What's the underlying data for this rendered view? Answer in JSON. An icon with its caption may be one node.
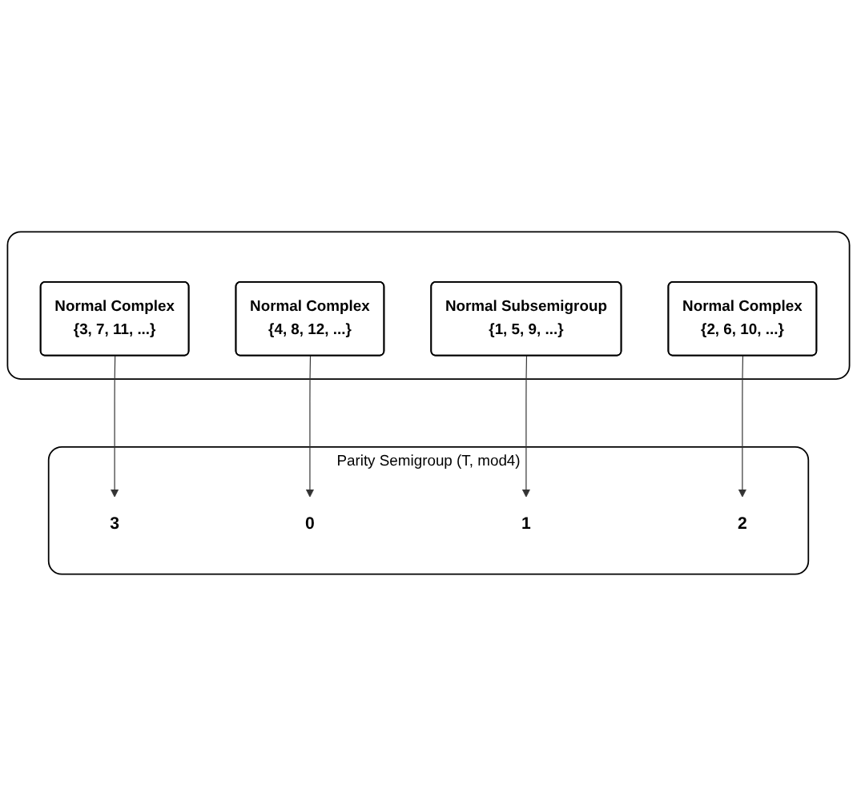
{
  "diagram": {
    "nodes": [
      {
        "text": [],
        "shape": "box"
      },
      {
        "text": [
          "Normal Subsemigroup",
          "{1, 5, 9, ...}"
        ],
        "in": 0
      },
      {
        "text": [
          "Normal Complex",
          "{2, 6, 10, ...}"
        ],
        "in": 0
      },
      {
        "text": [
          "Normal Complex",
          "{3, 7, 11, ...}"
        ],
        "in": 0
      },
      {
        "text": [
          "Normal Complex",
          "{4, 8, 12, ...}"
        ],
        "in": 0
      },
      {
        "text": [
          "Parity Semigroup (T, mod4)"
        ]
      },
      {
        "text": [
          "3"
        ],
        "in": 5
      },
      {
        "text": [
          "0"
        ],
        "in": 5
      },
      {
        "text": [
          "1"
        ],
        "in": 5
      },
      {
        "text": [
          "2"
        ],
        "in": 5
      }
    ],
    "edges": [
      {
        "from": 1,
        "to": 8,
        "arrow": "to"
      },
      {
        "from": 2,
        "to": 9,
        "arrow": "to"
      },
      {
        "from": 3,
        "to": 6,
        "arrow": "to"
      },
      {
        "from": 4,
        "to": 7,
        "arrow": "to"
      }
    ]
  }
}
